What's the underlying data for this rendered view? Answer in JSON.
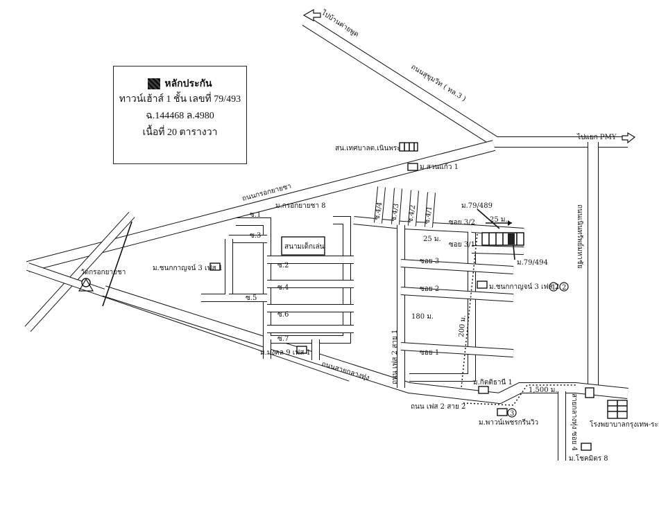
{
  "legend": {
    "title": "หลักประกัน",
    "line1": "ทาวน์เฮ้าส์ 1 ชั้น เลขที่ 79/493",
    "line2": "ฉ.144468 ล.4980",
    "line3": "เนื้อที่ 20 ตารางวา"
  },
  "roads": {
    "sukhumvit": "ถนนสุขุมวิท ( ทล.3 )",
    "to_ban_phe": "ไปบ้านค่ายพูด",
    "to_pmy": "ไปแยก PMY",
    "krok_yai_cha": "ถนนกรอกยายชา",
    "sai_klang_thung": "ถนนสายกลางทุ่ง",
    "phase2_sai1": "ถนน เฟส 2 สาย 1",
    "phase2_sai2": "ถนน เฟส 2 สาย 2",
    "sukhumvit_right": "ถนนเนินทรัพย์มหาชัย",
    "sai_klang_thung_soi4": "สายกลางทุ่ง ซอย 4"
  },
  "landmarks": {
    "temple": "วัดกรอกยายชา",
    "municipal_office": "สน.เทศบาลต.เนินพระ",
    "suan_kaeo": "ม.สวนแก้ว 1",
    "krok_yai_cha8": "ม.กรอกยายชา 8",
    "playground": "สนามเด็กเล่น",
    "chonkanya3_1": "ม.ชนกกาญจน์ 3 เฟส 1",
    "chonkanya3_2": "ม.ชนกกาญจน์ 3 เฟส 2",
    "circle1": "1",
    "circle2": "2",
    "circle3": "3",
    "mongkol9": "ม.มงคล 9 เฟส 1",
    "kittithani1": "ม.กิตติธานี 1",
    "pawinphon": "ม.พาวน์เพชรกรีนวิว",
    "hospital": "โรงพยาบาลกรุงเทพ-ระยอง",
    "chokmit8": "ม.โชคมิตร 8",
    "lot489": "ม.79/489",
    "lot494": "ม.79/494"
  },
  "sois": {
    "s1": "ซ.1",
    "s2": "ซ.2",
    "s3": "ซ.3",
    "s4": "ซ.4",
    "s5": "ซ.5",
    "s6": "ซ.6",
    "s7": "ซ.7",
    "s41": "ซ.4/1",
    "s42": "ซ.4/2",
    "s43": "ซ.4/3",
    "s44": "ซ.4/4",
    "soi1": "ซอย 1",
    "soi2": "ซอย 2",
    "soi3": "ซอย 3",
    "soi31": "ซอย 3/1",
    "soi32": "ซอย 3/2"
  },
  "distances": {
    "d25a": "25 ม.",
    "d25b": "25 ม.",
    "d180": "180 ม.",
    "d200": "200 ม.",
    "d1500": "1,500 ม."
  }
}
